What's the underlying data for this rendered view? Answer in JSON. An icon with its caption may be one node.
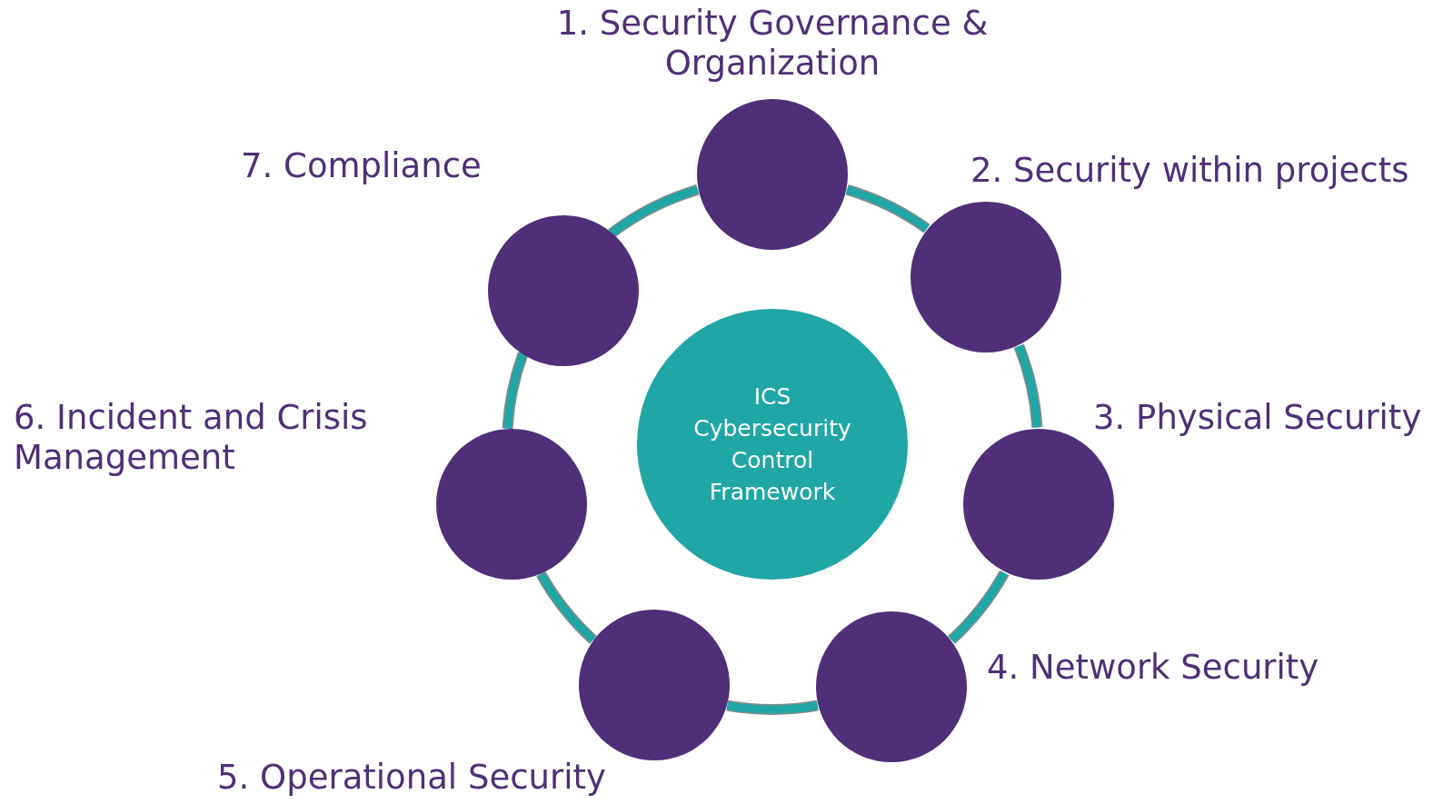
{
  "diagram": {
    "nodes": [
      {
        "text": [
          "ICS Cybersecurity Control Framework"
        ]
      },
      {
        "text": [],
        "shape": "circle",
        "beside": [
          "1. Security Governance & Organization"
        ]
      },
      {
        "text": [],
        "shape": "circle",
        "beside": [
          "2. Security within projects"
        ]
      },
      {
        "text": [],
        "shape": "circle",
        "beside": [
          "3. Physical Security"
        ]
      },
      {
        "text": [],
        "shape": "circle",
        "beside": [
          "4. Network Security"
        ]
      },
      {
        "text": [],
        "shape": "circle",
        "beside": [
          "5. Operational Security"
        ]
      },
      {
        "text": [],
        "shape": "circle",
        "beside": [
          "6. Incident and Crisis Management"
        ]
      },
      {
        "text": [],
        "shape": "circle",
        "beside": [
          "7. Compliance"
        ]
      }
    ],
    "edges": [
      {
        "from": 1,
        "to": 2,
        "arrow": "none"
      },
      {
        "from": 2,
        "to": 3,
        "arrow": "none"
      },
      {
        "from": 3,
        "to": 4,
        "arrow": "none"
      },
      {
        "from": 4,
        "to": 5,
        "arrow": "none"
      },
      {
        "from": 5,
        "to": 6,
        "arrow": "none"
      },
      {
        "from": 6,
        "to": 7,
        "arrow": "none"
      },
      {
        "from": 7,
        "to": 1,
        "arrow": "none"
      }
    ]
  }
}
